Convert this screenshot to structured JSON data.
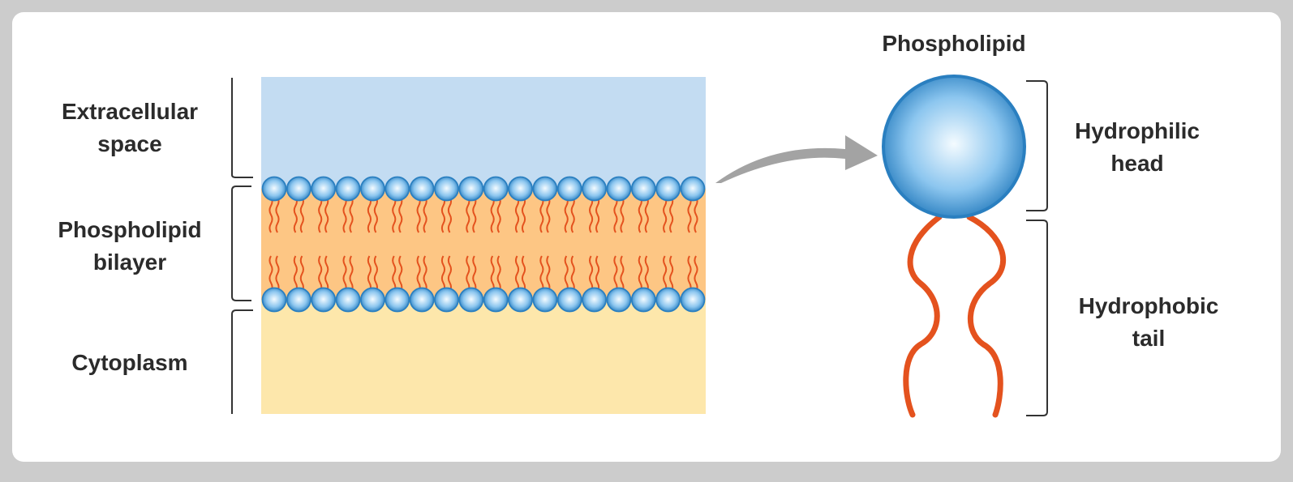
{
  "labels": {
    "extracellular": [
      "Extracellular",
      "space"
    ],
    "bilayer": [
      "Phospholipid",
      "bilayer"
    ],
    "cytoplasm": [
      "Cytoplasm"
    ],
    "phospholipid_title": "Phospholipid",
    "head": [
      "Hydrophilic",
      "head"
    ],
    "tail": [
      "Hydrophobic",
      "tail"
    ]
  },
  "bilayer": {
    "head_count": 18
  },
  "colors": {
    "extracellular": "#c3dcf2",
    "bilayer": "#fdc684",
    "cytoplasm": "#fde7ab",
    "tail": "#e4521e",
    "head_edge": "#2a7fc0",
    "head_center": "#f4fbff",
    "head_mid": "#8cc6ef",
    "arrow": "#a3a3a3",
    "bracket": "#333333"
  }
}
